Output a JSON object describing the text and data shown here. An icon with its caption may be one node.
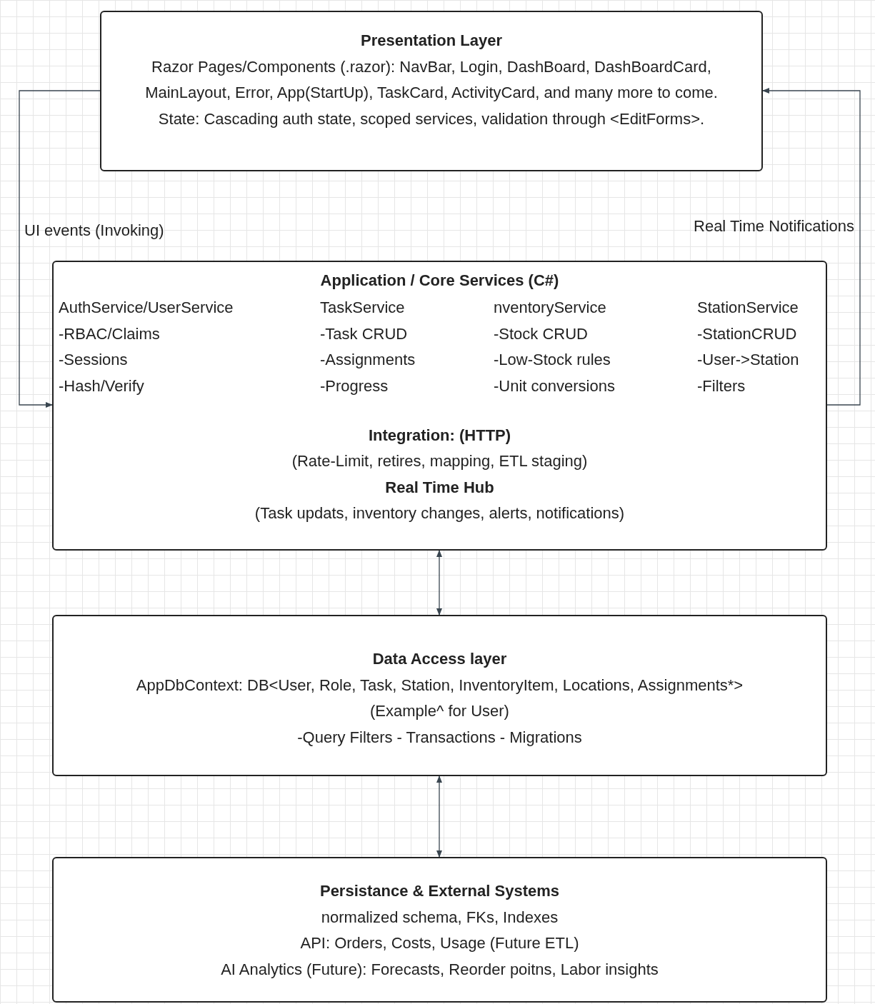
{
  "diagram": {
    "nodes": [
      {
        "text": [
          "Presentation Layer",
          "Razor Pages/Components (.razor): NavBar, Login, DashBoard, DashBoardCard, MainLayout, Error, App(StartUp), TaskCard, ActivityCard, and many more to come.",
          "State: Cascading auth state, scoped services, validation through <EditForms>."
        ]
      },
      {
        "text": [
          "Application / Core Services (C#)",
          "AuthService/UserService",
          "-RBAC/Claims",
          "-Sessions",
          "-Hash/Verify",
          "TaskService",
          "-Task CRUD",
          "-Assignments",
          "-Progress",
          "nventoryService",
          "-Stock CRUD",
          "-Low-Stock rules",
          "-Unit conversions",
          "StationService",
          "-StationCRUD",
          "-User->Station",
          "-Filters",
          "Integration: (HTTP)",
          "(Rate-Limit, retires, mapping, ETL staging)",
          "Real Time Hub",
          "(Task updats, inventory changes, alerts, notifications)"
        ]
      },
      {
        "text": [
          "Data Access layer",
          "AppDbContext: DB<User, Role, Task, Station, InventoryItem, Locations, Assignments*>",
          "(Example^ for User)",
          "-Query Filters  - Transactions - Migrations"
        ]
      },
      {
        "text": [
          "Persistance & External Systems",
          "normalized schema, FKs, Indexes",
          "API: Orders, Costs, Usage (Future ETL)",
          "AI Analytics (Future): Forecasts, Reorder poitns, Labor insights"
        ]
      }
    ],
    "edges": [
      {
        "from": 0,
        "to": 1,
        "arrow": "to",
        "label": "UI events (Invoking)"
      },
      {
        "from": 1,
        "to": 0,
        "arrow": "to",
        "label": "Real Time Notifications"
      },
      {
        "from": 1,
        "to": 2,
        "arrow": "both"
      },
      {
        "from": 2,
        "to": 3,
        "arrow": "both"
      }
    ]
  }
}
